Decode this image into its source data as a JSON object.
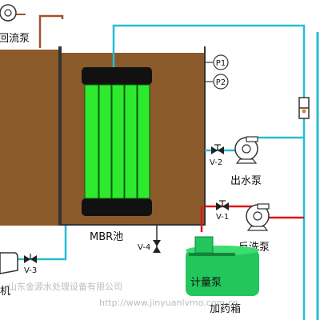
{
  "labels": {
    "return_pump": "回流泵",
    "mbr_tank": "MBR池",
    "outlet_pump": "出水泵",
    "backwash_pump": "反洗泵",
    "metering_pump": "计量泵",
    "dosing_tank": "加药箱",
    "blower_partial": "机",
    "gauge_p1": "P1",
    "gauge_p2": "P2",
    "valve_v1": "V-1",
    "valve_v2": "V-2",
    "valve_v3": "V-3",
    "valve_v4": "V-4"
  },
  "watermark": {
    "company": "山东金源水处理设备有限公司",
    "url": "http://www.jinyuanlvmo.com.cn"
  },
  "colors": {
    "sludge": "#8b5a2b",
    "pipe_cyan": "#29bcd6",
    "pipe_red": "#e01515",
    "pipe_brown": "#a0522d",
    "membrane_green": "#2eea2e",
    "dosing_green": "#22c65b",
    "header_black": "#111111"
  }
}
